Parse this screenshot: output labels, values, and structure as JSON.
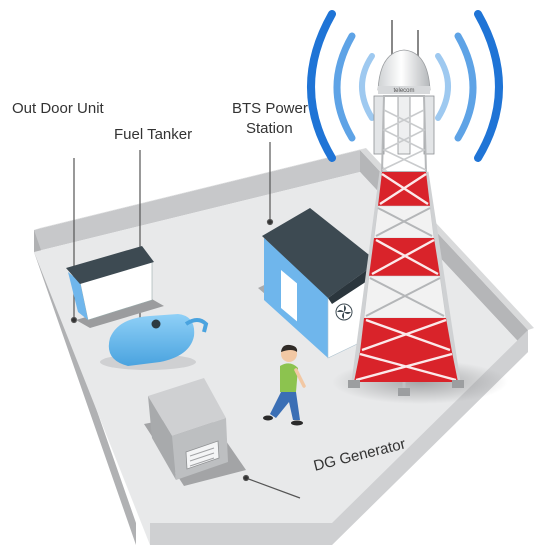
{
  "labels": {
    "outdoor_unit": "Out Door Unit",
    "fuel_tanker": "Fuel Tanker",
    "bts_line1": "BTS Power",
    "bts_line2": "Station",
    "dg_generator": "DG Generator",
    "tower_brand": "telecom"
  },
  "colors": {
    "wall": "#bfc0c2",
    "floor": "#e9eaeb",
    "roof": "#3d4a52",
    "building_blue": "#6fb6ec",
    "tower_red": "#d9232a",
    "tower_white": "#f2f2f2",
    "signal_blue": "#1f74d6",
    "generator_gray": "#b7b9bb",
    "person_shirt": "#8cc34f",
    "person_pants": "#3b6fb5"
  }
}
